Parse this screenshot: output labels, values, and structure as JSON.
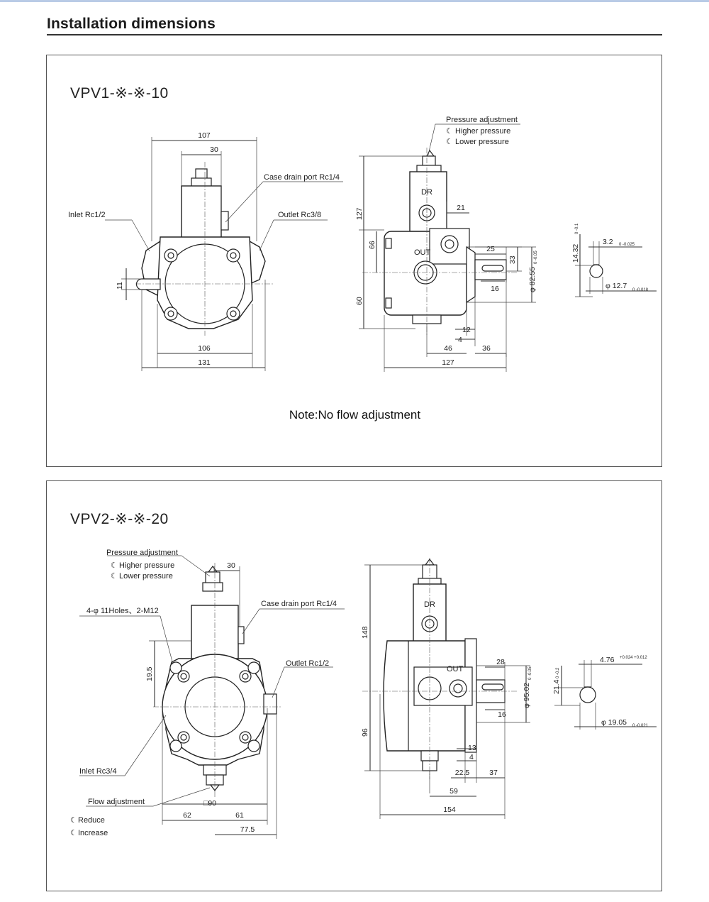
{
  "page": {
    "title": "Installation dimensions"
  },
  "panel1": {
    "title": "VPV1-※-※-10",
    "note": "Note:No flow adjustment",
    "labels": {
      "inlet": "Inlet Rc1/2",
      "case_drain": "Case drain port Rc1/4",
      "outlet": "Outlet Rc3/8",
      "pressure_adjustment": "Pressure adjustment",
      "higher_pressure": "Higher pressure",
      "lower_pressure": "Lower pressure",
      "dr": "DR",
      "out": "OUT"
    },
    "dims": {
      "d107": "107",
      "d30": "30",
      "d11": "11",
      "d106": "106",
      "d131": "131",
      "d127v": "127",
      "d66": "66",
      "d60": "60",
      "d21": "21",
      "d25": "25",
      "d33": "33",
      "d16": "16",
      "d82": "φ 82.55",
      "d82tol": "0 -0.05",
      "d12": "12",
      "d4": "4",
      "d46": "46",
      "d36": "36",
      "d127h": "127",
      "key_h": "14.32",
      "key_h_tol": "0 -0.1",
      "key_w": "3.2",
      "key_w_tol": "0 -0.025",
      "shaft_d": "φ 12.7",
      "shaft_d_tol": "0 -0.018"
    }
  },
  "panel2": {
    "title": "VPV2-※-※-20",
    "labels": {
      "pressure_adjustment": "Pressure adjustment",
      "higher_pressure": "Higher pressure",
      "lower_pressure": "Lower pressure",
      "holes": "4-φ 11Holes、2-M12",
      "case_drain": "Case drain port Rc1/4",
      "outlet": "Outlet Rc1/2",
      "inlet": "Inlet Rc3/4",
      "flow_adjustment": "Flow adjustment",
      "reduce": "Reduce",
      "increase": "Increase",
      "dr": "DR",
      "out": "OUT"
    },
    "dims": {
      "d30": "30",
      "d19_5": "19.5",
      "d90": "□90",
      "d62": "62",
      "d61": "61",
      "d77_5": "77.5",
      "d148": "148",
      "d96": "96",
      "d28": "28",
      "d95": "φ 95.02",
      "d95tol": "0 -0.05",
      "d16": "16",
      "d13": "13",
      "d4": "4",
      "d22_5": "22.5",
      "d37": "37",
      "d59": "59",
      "d154": "154",
      "key_h": "21.4",
      "key_h_tol": "0 -0.2",
      "key_w": "4.76",
      "key_w_tol": "+0.024 +0.012",
      "shaft_d": "φ 19.05",
      "shaft_d_tol": "0 -0.021"
    }
  }
}
